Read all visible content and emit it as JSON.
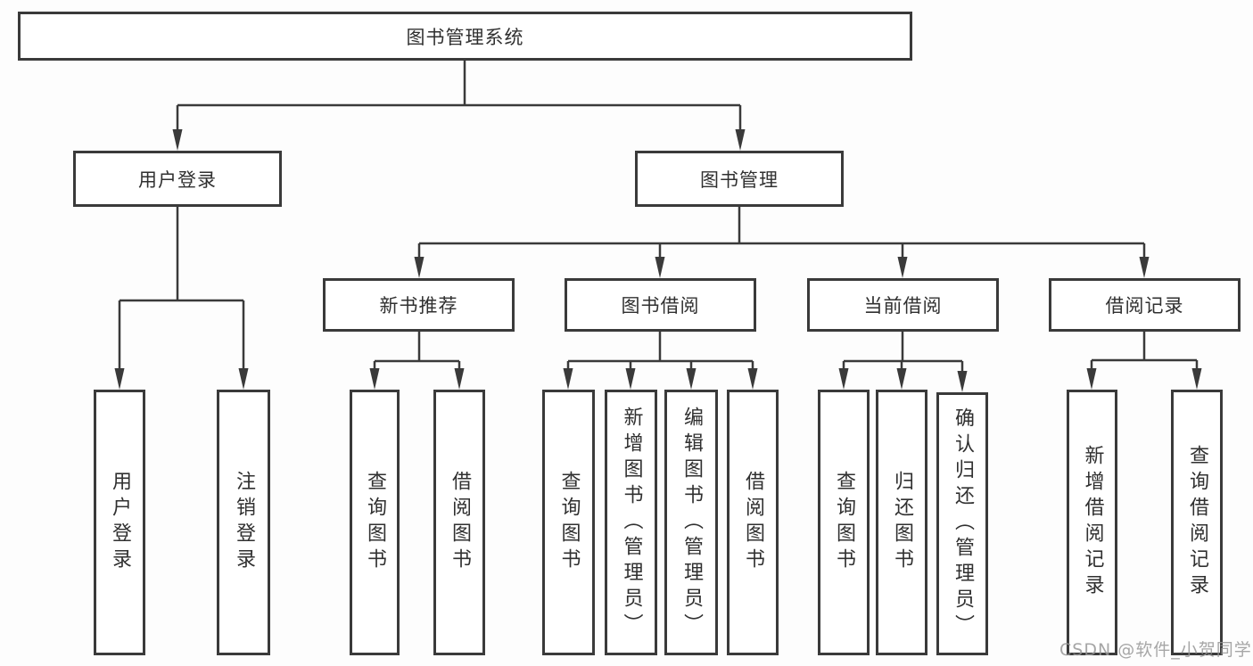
{
  "tree": {
    "label": "图书管理系统",
    "children": [
      {
        "label": "用户登录",
        "children": [
          {
            "label": "用户登录"
          },
          {
            "label": "注销登录"
          }
        ]
      },
      {
        "label": "图书管理",
        "children": [
          {
            "label": "新书推荐",
            "children": [
              {
                "label": "查询图书"
              },
              {
                "label": "借阅图书"
              }
            ]
          },
          {
            "label": "图书借阅",
            "children": [
              {
                "label": "查询图书"
              },
              {
                "label": "新增图书（管理员）"
              },
              {
                "label": "编辑图书（管理员）"
              },
              {
                "label": "借阅图书"
              }
            ]
          },
          {
            "label": "当前借阅",
            "children": [
              {
                "label": "查询图书"
              },
              {
                "label": "归还图书"
              },
              {
                "label": "确认归还（管理员）"
              }
            ]
          },
          {
            "label": "借阅记录",
            "children": [
              {
                "label": "新增借阅记录"
              },
              {
                "label": "查询借阅记录"
              }
            ]
          }
        ]
      }
    ]
  },
  "watermark": "CSDN @软件_小贺同学",
  "colors": {
    "line": "#3a3a3a",
    "border": "#3a3a3a",
    "text": "#303030",
    "watermark": "#969696",
    "background": "#fdfdfd"
  }
}
